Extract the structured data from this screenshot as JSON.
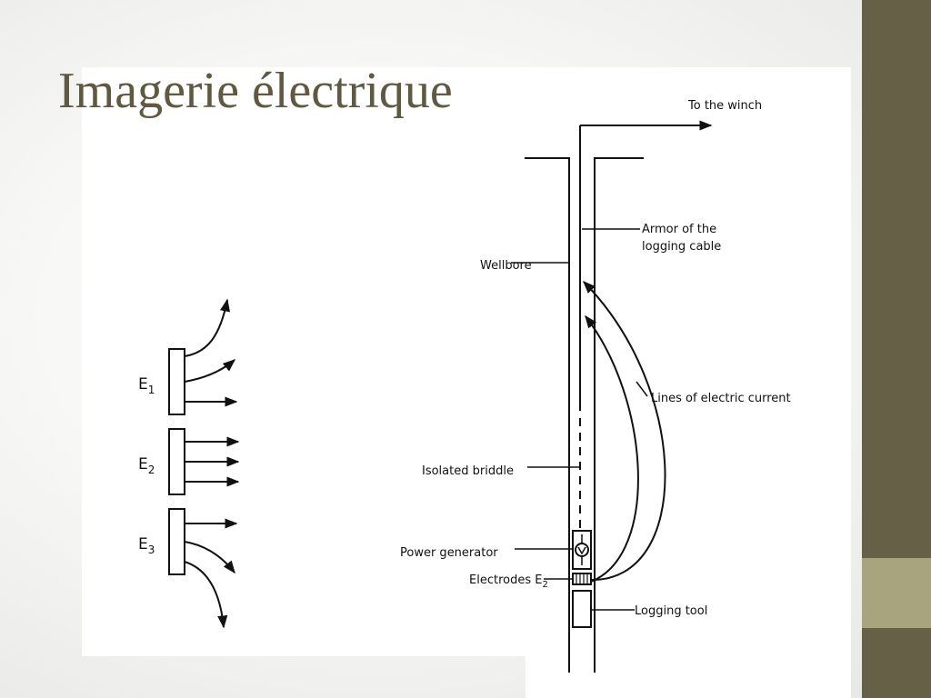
{
  "slide": {
    "title": "Imagerie électrique"
  },
  "figure": {
    "labels": {
      "to_winch": "To the winch",
      "armor_line1": "Armor of the",
      "armor_line2": "logging cable",
      "wellbore": "Wellbore",
      "lines_current": "Lines of electric current",
      "isolated_briddle": "Isolated briddle",
      "power_generator": "Power generator",
      "electrodes": "Electrodes E",
      "electrodes_sub": "2",
      "logging_tool": "Logging tool"
    },
    "electrodes": [
      {
        "letter": "E",
        "sub": "1"
      },
      {
        "letter": "E",
        "sub": "2"
      },
      {
        "letter": "E",
        "sub": "3"
      }
    ]
  },
  "colors": {
    "title": "#5e5940",
    "accent_dark": "#666047",
    "accent_light": "#a8a47e"
  }
}
